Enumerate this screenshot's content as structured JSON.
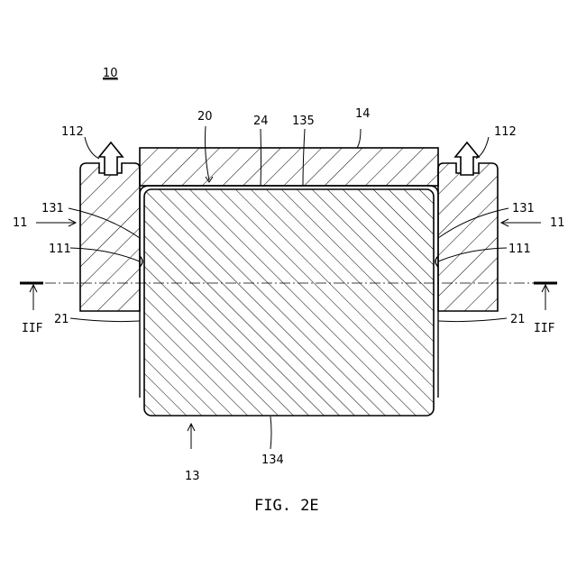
{
  "figure": {
    "assembly_ref": "10",
    "caption": "FIG. 2E",
    "section_mark_left": "IIF",
    "section_mark_right": "IIF"
  },
  "labels": {
    "holder_left": "11",
    "holder_right": "11",
    "arrow_left": "112",
    "arrow_right": "112",
    "groove_left": "111",
    "groove_right": "111",
    "surface_left": "131",
    "surface_right": "131",
    "film_left": "21",
    "film_right": "21",
    "sheet": "20",
    "layer": "24",
    "corner": "135",
    "top_plate": "14",
    "core": "13",
    "bottom": "134"
  }
}
